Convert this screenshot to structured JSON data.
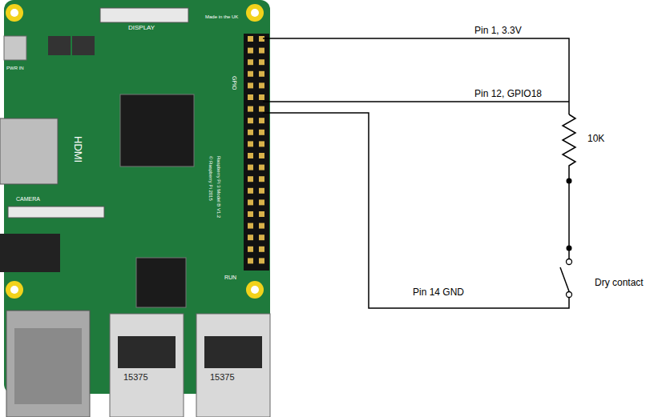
{
  "diagram": {
    "labels": [
      "Pin 1, 3.3V",
      "Pin 12, GPIO18",
      "10K",
      "Dry contact",
      "Pin 14 GND",
      "DISPLAY",
      "HDMI",
      "CAMERA",
      "15375",
      "15375",
      "Raspberry Pi 3 Model B V1.2",
      "© Raspberry Pi 2015",
      "GPIO",
      "RUN",
      "Made in the UK",
      "PWR IN"
    ]
  }
}
